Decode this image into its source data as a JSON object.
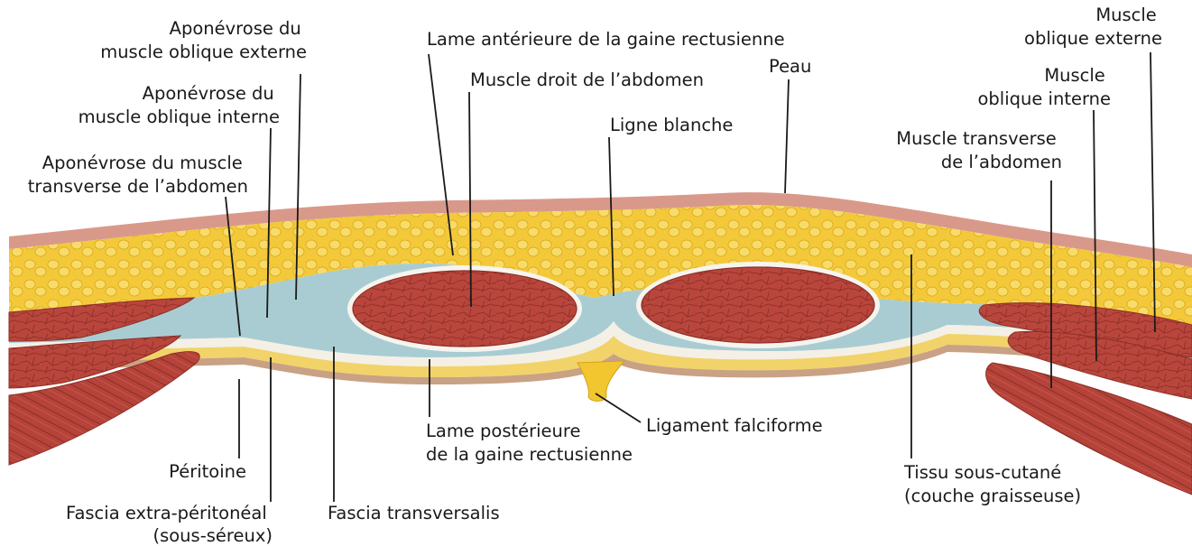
{
  "labels": {
    "aponevrose_oblique_externe": [
      "Aponévrose du",
      "muscle oblique externe"
    ],
    "aponevrose_oblique_interne": [
      "Aponévrose du",
      "muscle oblique interne"
    ],
    "aponevrose_transverse": [
      "Aponévrose du muscle",
      "transverse de l’abdomen"
    ],
    "lame_anterieure": [
      "Lame antérieure de la gaine rectusienne"
    ],
    "muscle_droit": [
      "Muscle droit de l’abdomen"
    ],
    "peau": [
      "Peau"
    ],
    "ligne_blanche": [
      "Ligne blanche"
    ],
    "muscle_oblique_externe": [
      "Muscle",
      "oblique externe"
    ],
    "muscle_oblique_interne": [
      "Muscle",
      "oblique interne"
    ],
    "muscle_transverse": [
      "Muscle transverse",
      "de l’abdomen"
    ],
    "lame_posterieure": [
      "Lame postérieure",
      "de la gaine rectusienne"
    ],
    "ligament_falciforme": [
      "Ligament falciforme"
    ],
    "tissu_sous_cutane": [
      "Tissu sous-cutané",
      "(couche graisseuse)"
    ],
    "peritoine": [
      "Péritoine"
    ],
    "fascia_extra_peritoneal": [
      "Fascia extra-péritonéal",
      "(sous-séreux)"
    ],
    "fascia_transversalis": [
      "Fascia transversalis"
    ]
  },
  "colors": {
    "skin": "#d9998a",
    "fat": "#f1c62f",
    "fat_light": "#f7e07a",
    "muscle": "#b9463c",
    "muscle_dark": "#8e2f28",
    "fascia_blue": "#a9ccd3",
    "peritoneum": "#c9a184",
    "text": "#1a1a1a"
  }
}
